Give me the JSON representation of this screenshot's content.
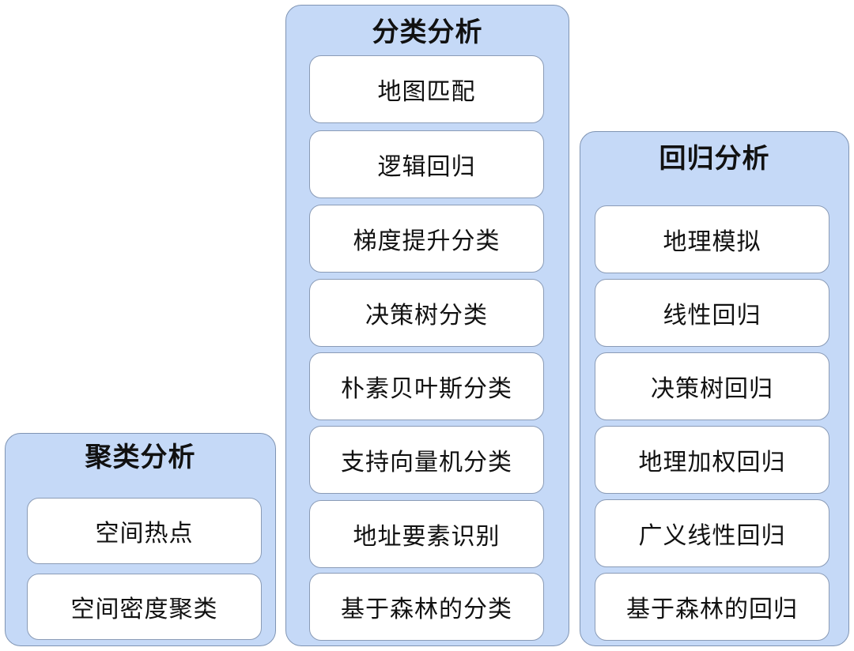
{
  "groups": [
    {
      "title": "聚类分析",
      "items": [
        "空间热点",
        "空间密度聚类"
      ]
    },
    {
      "title": "分类分析",
      "items": [
        "地图匹配",
        "逻辑回归",
        "梯度提升分类",
        "决策树分类",
        "朴素贝叶斯分类",
        "支持向量机分类",
        "地址要素识别",
        "基于森林的分类"
      ]
    },
    {
      "title": "回归分析",
      "items": [
        "地理模拟",
        "线性回归",
        "决策树回归",
        "地理加权回归",
        "广义线性回归",
        "基于森林的回归"
      ]
    }
  ],
  "colors": {
    "group_fill": "#c5d9f7",
    "group_border": "#7f94b3",
    "item_fill": "#ffffff",
    "item_border": "#8a9bb6"
  }
}
